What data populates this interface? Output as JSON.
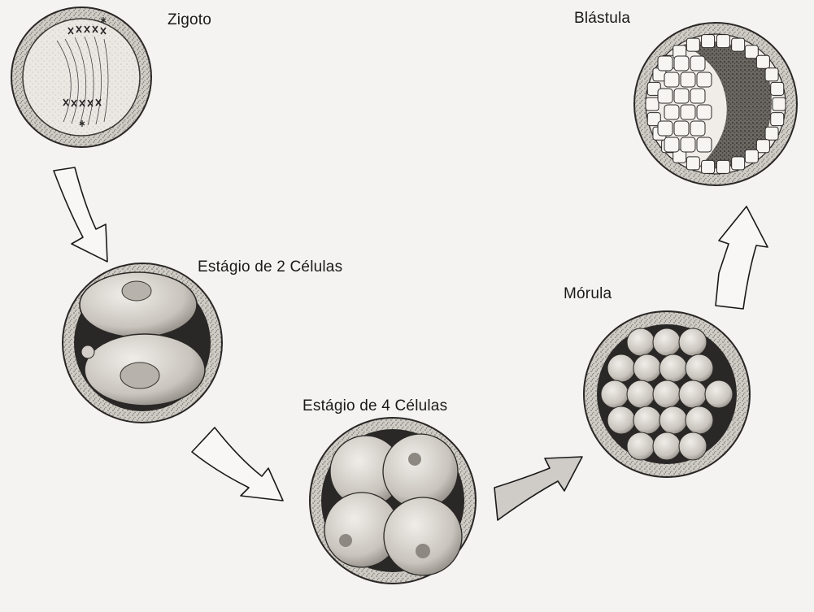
{
  "stages": [
    {
      "id": "zigoto",
      "label": "Zigoto"
    },
    {
      "id": "two-cell",
      "label": "Estágio de 2 Células"
    },
    {
      "id": "four-cell",
      "label": "Estágio de 4 Células"
    },
    {
      "id": "morula",
      "label": "Mórula"
    },
    {
      "id": "blastula",
      "label": "Blástula"
    }
  ],
  "colors": {
    "background": "#f4f3f1",
    "ink": "#1a1a1a",
    "membrane": "#c9c5bf",
    "cytoplasm": "#e9e6e2",
    "dark_space": "#2a2826",
    "cell_light": "#dcd8d2"
  }
}
